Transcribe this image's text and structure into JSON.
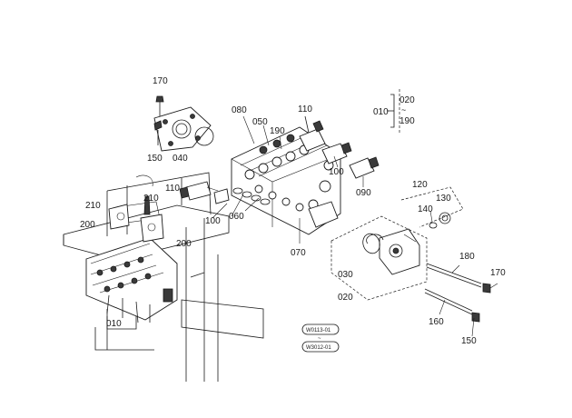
{
  "diagram": {
    "labels": {
      "p170a": "170",
      "p150a": "150",
      "p040": "040",
      "p080": "080",
      "p050": "050",
      "p190a": "190",
      "p110a": "110",
      "p100a": "100",
      "p090": "090",
      "p110b": "110",
      "p010": "010",
      "p020a": "020",
      "p190b": "190",
      "p210a": "210",
      "p210b": "210",
      "p200a": "200",
      "p200b": "200",
      "p100b": "100",
      "p060": "060",
      "p070": "070",
      "p120": "120",
      "p130": "130",
      "p140": "140",
      "p180": "180",
      "p170b": "170",
      "p030": "030",
      "p020b": "020",
      "p160": "160",
      "p150b": "150",
      "p010b": "010"
    },
    "badges": {
      "serial_from": "W0113-01",
      "serial_to": "W3012-01"
    }
  }
}
